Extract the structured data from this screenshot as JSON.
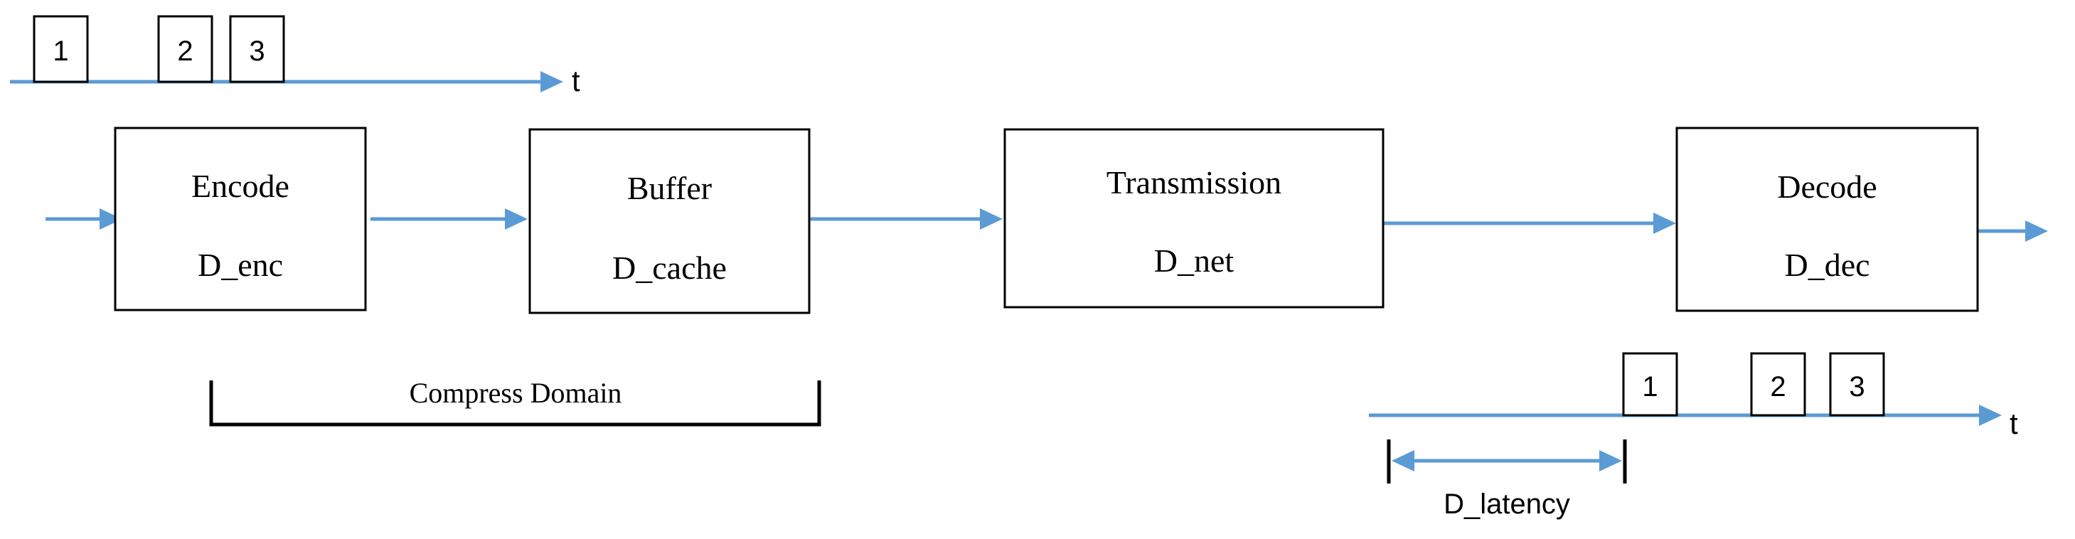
{
  "blocks": {
    "encode": {
      "title": "Encode",
      "delay": "D_enc"
    },
    "buffer": {
      "title": "Buffer",
      "delay": "D_cache"
    },
    "transmission": {
      "title": "Transmission",
      "delay": "D_net"
    },
    "decode": {
      "title": "Decode",
      "delay": "D_dec"
    }
  },
  "input_timeline": {
    "axis_label": "t",
    "frames": [
      "1",
      "2",
      "3"
    ]
  },
  "output_timeline": {
    "axis_label": "t",
    "frames": [
      "1",
      "2",
      "3"
    ],
    "latency_label": "D_latency"
  },
  "bracket_label": "Compress Domain",
  "colors": {
    "flow": "#5b9bd5",
    "outline": "#000000",
    "background": "#ffffff"
  }
}
